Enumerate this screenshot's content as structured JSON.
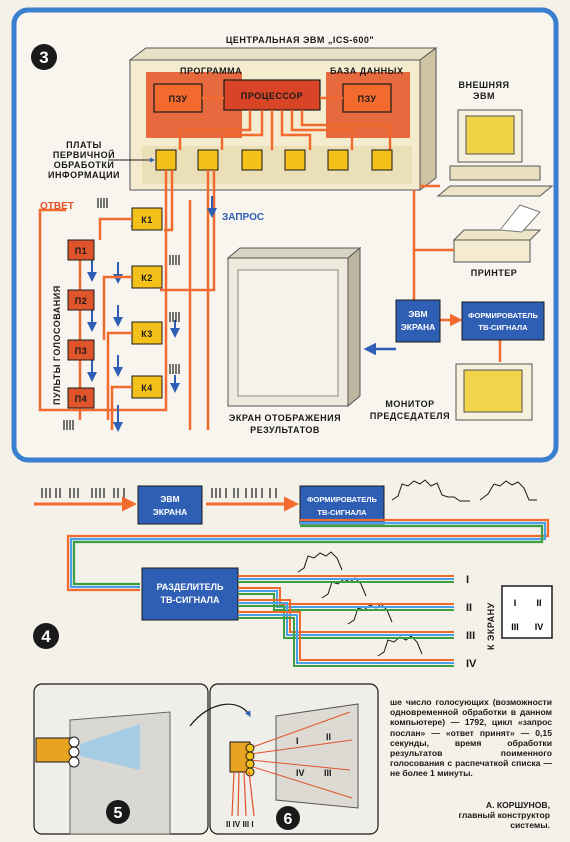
{
  "fig3": {
    "number": "3",
    "title": "ЦЕНТРАЛЬНАЯ  ЭВМ „ICS-600\"",
    "program": "ПРОГРАММА",
    "database": "БАЗА ДАННЫХ",
    "rom1": "ПЗУ",
    "rom2": "ПЗУ",
    "processor": "ПРОЦЕССОР",
    "boards": [
      "ПЛАТЫ",
      "ПЕРВИЧНОЙ",
      "ОБРАБОТКИ",
      "ИНФОРМАЦИИ"
    ],
    "answer": "ОТВЕТ",
    "request": "ЗАПРОС",
    "k": [
      "К1",
      "К2",
      "К3",
      "К4"
    ],
    "p": [
      "П1",
      "П2",
      "П3",
      "П4"
    ],
    "voting_panels": "ПУЛЬТЫ ГОЛОСОВАНИЯ",
    "external": [
      "ВНЕШНЯЯ",
      "ЭВМ"
    ],
    "printer": "ПРИНТЕР",
    "screen_computer": [
      "ЭВМ",
      "ЭКРАНА"
    ],
    "tv_former": [
      "ФОРМИРОВАТЕЛЬ",
      "ТВ-СИГНАЛА"
    ],
    "monitor": [
      "МОНИТОР",
      "ПРЕДСЕДАТЕЛЯ"
    ],
    "display": [
      "ЭКРАН ОТОБРАЖЕНИЯ",
      "РЕЗУЛЬТАТОВ"
    ]
  },
  "fig4": {
    "number": "4",
    "screen_computer": [
      "ЭВМ",
      "ЭКРАНА"
    ],
    "tv_former": [
      "ФОРМИРОВАТЕЛЬ",
      "ТВ-СИГНАЛА"
    ],
    "splitter": [
      "РАЗДЕЛИТЕЛЬ",
      "ТВ-СИГНАЛА"
    ],
    "outputs": [
      "I",
      "II",
      "III",
      "IV"
    ],
    "to_screen": "К ЭКРАНУ",
    "quadrants": [
      "I",
      "II",
      "III",
      "IV"
    ]
  },
  "fig5": {
    "number": "5"
  },
  "fig6": {
    "number": "6",
    "screen_marks": [
      "I",
      "II",
      "IV",
      "III"
    ],
    "cable_marks": "II IV  III I"
  },
  "paragraph": "ше число голосующих (возможности одновременной обработки в данном компьютере) — 1792, цикл «запрос послан» — «ответ принят» — 0,15 секунды, время обработки результатов поименного голосования с распечаткой списка — не более 1 минуты.",
  "signature": {
    "name": "А. КОРШУНОВ,",
    "role": "главный конструктор\nсистемы."
  },
  "colors": {
    "orange": "#f26a2e",
    "blue": "#2f5fb5",
    "yellow": "#f4d21a",
    "red_box": "#e0542c",
    "frame": "#3a7fd0"
  }
}
